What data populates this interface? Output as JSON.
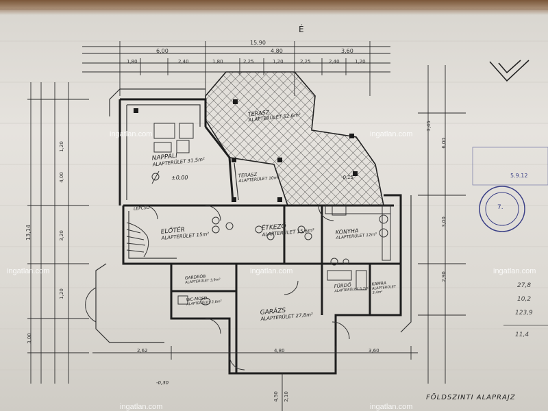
{
  "watermark": "ingatlan.com",
  "footer_title": "FÖLDSZINTI ALAPRAJZ",
  "north_mark": "É",
  "stamp": {
    "number": "7.",
    "ref": "5.9.12"
  },
  "rooms": [
    {
      "name": "NAPPALI",
      "area": "ALAPTERÜLET 31,5m²"
    },
    {
      "name": "TERASZ",
      "area": "ALAPTERÜLET 52,6m²"
    },
    {
      "name": "TERASZ",
      "area": "ALAPTERÜLET 10m²"
    },
    {
      "name": "ELŐTÉR",
      "area": "ALAPTERÜLET 15m²"
    },
    {
      "name": "ÉTKEZŐ",
      "area": "ALAPTERÜLET 15,6m²"
    },
    {
      "name": "KONYHA",
      "area": "ALAPTERÜLET 12m²"
    },
    {
      "name": "GARÁZS",
      "area": "ALAPTERÜLET 27,8m²"
    },
    {
      "name": "FÜRDŐ",
      "area": "ALAPTERÜLET 5,7m²"
    },
    {
      "name": "KAMRA",
      "area": "ALAPTERÜLET 3,4m²"
    },
    {
      "name": "WC-MOSD.",
      "area": "ALAPTERÜLET 2,6m²"
    },
    {
      "name": "GARDRÓB",
      "area": "ALAPTERÜLET 3,9m²"
    },
    {
      "name": "LÉPCSŐ",
      "area": ""
    }
  ],
  "level_marks": {
    "ground": "±0,00",
    "terrace": "-0,15",
    "entry": "-0,30"
  },
  "dimensions": {
    "top_total": "15,90",
    "top_segments": [
      "6,00",
      "4,80",
      "3,60"
    ],
    "top_fine": [
      "1,80",
      "2,40",
      "1,80",
      "2,25",
      "1,20",
      "2,25",
      "2,40",
      "1,20"
    ],
    "left_total": "13,14",
    "left_segments": [
      "1,20",
      "4,00",
      "3,20",
      "1,20",
      "3,00"
    ],
    "right_segments": [
      "3,45",
      "6,00",
      "3,00",
      "2,90"
    ],
    "bottom_segments": [
      "2,62",
      "4,80",
      "3,60"
    ],
    "bottom_vertical": [
      "4,50",
      "2,10"
    ]
  },
  "side_notes": [
    "27,8",
    "10,2",
    "123,9",
    "11,4"
  ]
}
